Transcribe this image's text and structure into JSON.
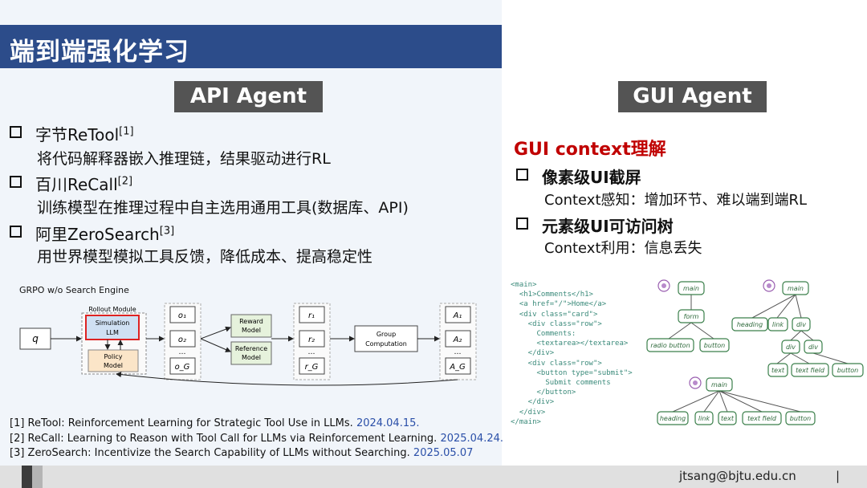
{
  "title": "端到端强化学习",
  "tags": {
    "api": "API Agent",
    "gui": "GUI Agent"
  },
  "left_items": [
    {
      "head": "字节ReTool",
      "ref": "[1]",
      "desc": "将代码解释器嵌入推理链，结果驱动进行RL"
    },
    {
      "head": "百川ReCall",
      "ref": "[2]",
      "desc": "训练模型在推理过程中自主选用通用工具(数据库、API)"
    },
    {
      "head": "阿里ZeroSearch",
      "ref": "[3]",
      "desc": "用世界模型模拟工具反馈，降低成本、提高稳定性"
    }
  ],
  "gui_heading": "GUI context理解",
  "right_items": [
    {
      "head": "像素级UI截屏",
      "desc": "Context感知：增加环节、难以端到端RL"
    },
    {
      "head": "元素级UI可访问树",
      "desc": "Context利用：信息丢失"
    }
  ],
  "diagram": {
    "caption": "GRPO w/o Search Engine",
    "q": "q",
    "rollout": "Rollout Module",
    "sim1": "Simulation",
    "sim2": "LLM",
    "pol1": "Policy",
    "pol2": "Model",
    "o1": "o₁",
    "o2": "o₂",
    "oG": "o_G",
    "rew1": "Reward",
    "rew2": "Model",
    "ref1": "Reference",
    "ref2": "Model",
    "r1": "r₁",
    "r2": "r₂",
    "rG": "r_G",
    "grp1": "Group",
    "grp2": "Computation",
    "a1": "A₁",
    "a2": "A₂",
    "aG": "A_G",
    "dots": "…"
  },
  "code": "<main>\n  <h1>Comments</h1>\n  <a href=\"/\">Home</a>\n  <div class=\"card\">\n    <div class=\"row\">\n      Comments:\n      <textarea></textarea>\n    </div>\n    <div class=\"row\">\n      <button type=\"submit\">\n        Submit comments\n      </button>\n    </div>\n  </div>\n</main>",
  "tree_labels": {
    "main": "main",
    "form": "form",
    "radio_button": "radio button",
    "button": "button",
    "heading": "heading",
    "link": "link",
    "div": "div",
    "text": "text",
    "text_field": "text field"
  },
  "references": [
    {
      "text": "[1] ReTool: Reinforcement Learning for Strategic Tool Use in LLMs.",
      "date": "2024.04.15."
    },
    {
      "text": "[2] ReCall: Learning to Reason with Tool Call for LLMs via Reinforcement Learning.",
      "date": "2025.04.24."
    },
    {
      "text": "[3] ZeroSearch: Incentivize the Search Capability of LLMs without Searching.",
      "date": "2025.05.07"
    }
  ],
  "footer": {
    "email": "jtsang@bjtu.edu.cn",
    "pipe": "|"
  },
  "colors": {
    "title_bar": "#2c4c8a",
    "tag_bg": "#545454",
    "gui_heading": "#c00000",
    "ref_date": "#2a4fa8"
  }
}
